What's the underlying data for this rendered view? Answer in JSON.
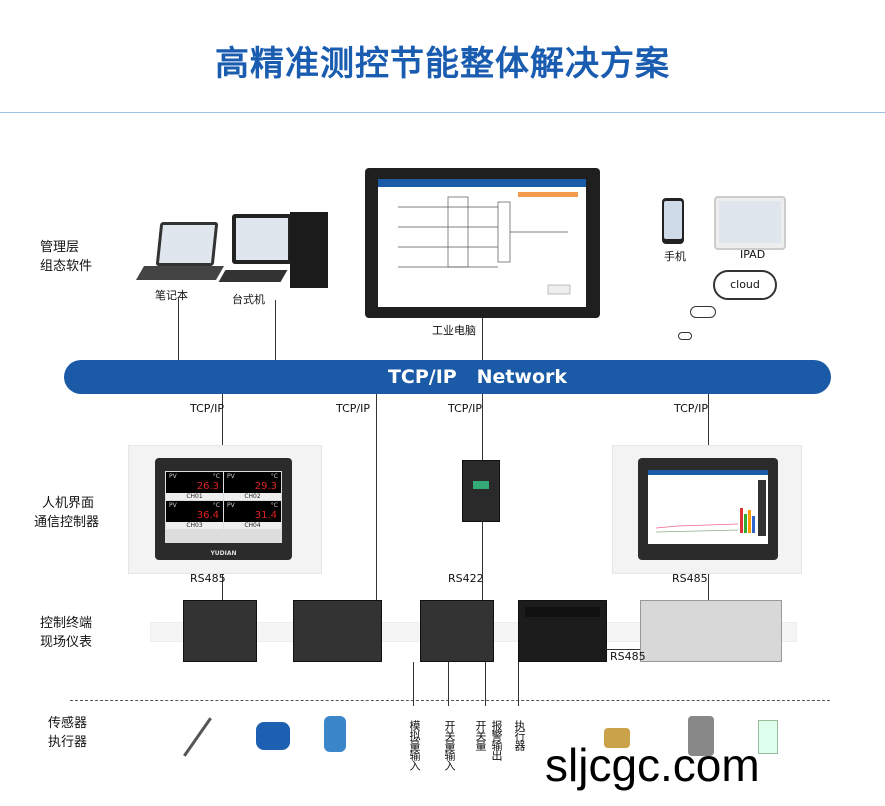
{
  "title": "高精准测控节能整体解决方案",
  "tiers": {
    "management": [
      "管理层",
      "组态软件"
    ],
    "hmi": [
      "人机界面",
      "通信控制器"
    ],
    "control": [
      "控制终端",
      "现场仪表"
    ],
    "sensors": [
      "传感器",
      "执行器"
    ]
  },
  "devices": {
    "laptop": "笔记本",
    "desktop": "台式机",
    "industrial_pc": "工业电脑",
    "phone": "手机",
    "ipad": "IPAD",
    "cloud": "cloud"
  },
  "network": {
    "label1": "TCP/IP",
    "label2": "Network"
  },
  "links": {
    "tcp1": "TCP/IP",
    "tcp2": "TCP/IP",
    "tcp3": "TCP/IP",
    "tcp4": "TCP/IP",
    "rs485_left": "RS485",
    "rs422": "RS422",
    "rs485_right": "RS485",
    "rs485_plc": "RS485"
  },
  "hmi_left": {
    "channels": [
      {
        "pv": "PV",
        "unit": "°C",
        "value": "26.3",
        "name": "CH01"
      },
      {
        "pv": "PV",
        "unit": "°C",
        "value": "29.3",
        "name": "CH02"
      },
      {
        "pv": "PV",
        "unit": "°C",
        "value": "36.4",
        "name": "CH03"
      },
      {
        "pv": "PV",
        "unit": "°C",
        "value": "31.4",
        "name": "CH04"
      }
    ],
    "brand": "YUDIAN"
  },
  "io": [
    "模拟量输入",
    "开关量输入",
    "开关量",
    "报警输出",
    "执行器"
  ],
  "watermark": "sljcgc.com",
  "colors": {
    "brand_blue": "#1b5aa6",
    "title_blue": "#1a5cb0"
  }
}
